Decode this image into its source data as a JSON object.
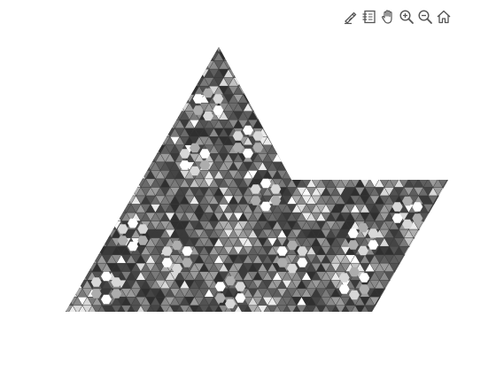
{
  "toolbar": {
    "tools": [
      {
        "name": "edit",
        "icon": "edit-pen-icon"
      },
      {
        "name": "select",
        "icon": "box-select-icon"
      },
      {
        "name": "pan",
        "icon": "pan-hand-icon"
      },
      {
        "name": "zoom-in",
        "icon": "zoom-in-icon"
      },
      {
        "name": "zoom-out",
        "icon": "zoom-out-icon"
      },
      {
        "name": "reset",
        "icon": "home-icon"
      }
    ],
    "icon_color": "#555555"
  },
  "figure": {
    "palette": [
      "#2f2f2f",
      "#3a3a3a",
      "#454545",
      "#525252",
      "#5e5e5e",
      "#6b6b6b",
      "#7a7a7a",
      "#8a8a8a",
      "#9b9b9b",
      "#adadad",
      "#c2c2c2",
      "#d8d8d8",
      "#ebebeb",
      "#ffffff"
    ],
    "background": "#ffffff"
  }
}
